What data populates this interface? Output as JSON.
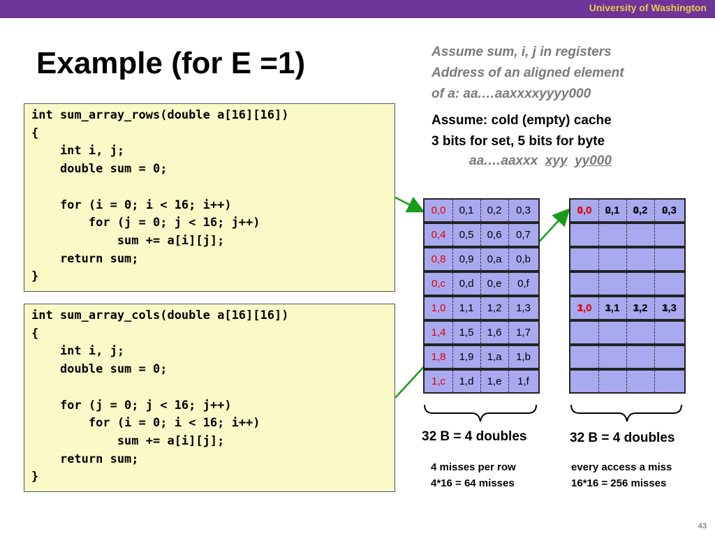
{
  "header": {
    "institution": "University of Washington"
  },
  "title": "Example (for E =1)",
  "notes": [
    "Assume sum, i, j in registers",
    "Address of an aligned element",
    "of a:  aa.…aaxxxxyyyy000"
  ],
  "assume": [
    "Assume: cold (empty) cache",
    "3 bits for set, 5 bits for byte"
  ],
  "address": {
    "prefix": "aa.…aaxxx",
    "set": "xyy",
    "byte": "yy000"
  },
  "code_rows": "int sum_array_rows(double a[16][16])\n{\n    int i, j;\n    double sum = 0;\n\n    for (i = 0; i < 16; i++)\n        for (j = 0; j < 16; j++)\n            sum += a[i][j];\n    return sum;\n}",
  "code_cols": "int sum_array_cols(double a[16][16])\n{\n    int i, j;\n    double sum = 0;\n\n    for (j = 0; j < 16; j++)\n        for (i = 0; i < 16; i++)\n            sum += a[i][j];\n    return sum;\n}",
  "cache_rows": [
    [
      "0,0",
      "0,1",
      "0,2",
      "0,3"
    ],
    [
      "0,4",
      "0,5",
      "0,6",
      "0,7"
    ],
    [
      "0,8",
      "0,9",
      "0,a",
      "0,b"
    ],
    [
      "0,c",
      "0,d",
      "0,e",
      "0,f"
    ],
    [
      "1,0",
      "1,1",
      "1,2",
      "1,3"
    ],
    [
      "1,4",
      "1,5",
      "1,6",
      "1,7"
    ],
    [
      "1,8",
      "1,9",
      "1,a",
      "1,b"
    ],
    [
      "1,c",
      "1,d",
      "1,e",
      "1,f"
    ]
  ],
  "cache_cols": {
    "row0": {
      "back": [
        "0,0",
        "0,1",
        "0,2",
        "0,3"
      ],
      "front": [
        "4,0",
        "2,1",
        "4,2",
        "2,3"
      ]
    },
    "row4": {
      "back": [
        "1,0",
        "1,1",
        "1,2",
        "1,3"
      ],
      "front": [
        "3,0",
        "3,1",
        "3,2",
        "3,3"
      ]
    }
  },
  "block_label_1": "32 B = 4 doubles",
  "block_label_2": "32 B = 4 doubles",
  "result_rows": [
    "4 misses per row",
    "4*16 = 64 misses"
  ],
  "result_cols": [
    "every access a miss",
    "16*16 = 256 misses"
  ],
  "page_number": "43",
  "colors": {
    "bar": "#6f3498",
    "bar_text": "#e8c94f",
    "cell": "#a9a9f0",
    "code_bg": "#fafac8",
    "arrow": "#1a9a1a",
    "first_col_text": "#e00000"
  }
}
